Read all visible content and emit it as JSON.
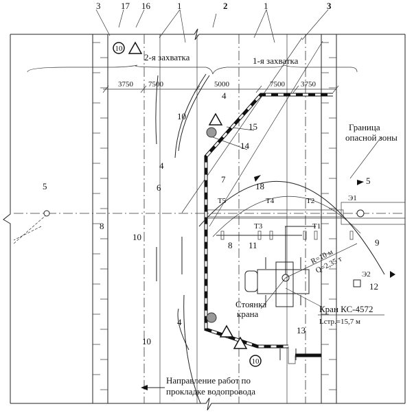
{
  "callouts": {
    "c3a": "3",
    "c17": "17",
    "c16": "16",
    "c1a": "1",
    "c2": "2",
    "c1b": "1",
    "c3b": "3",
    "c4a": "4",
    "c15": "15",
    "c14": "14",
    "c10a": "10",
    "c5a": "5",
    "c7": "7",
    "c18": "18",
    "c5b": "5",
    "c6": "6",
    "c4b": "4",
    "c8a": "8",
    "c8b": "8",
    "c11": "11",
    "c9": "9",
    "c10b": "10",
    "c12": "12",
    "c4c": "4",
    "c10c": "10",
    "c13": "13"
  },
  "zones": {
    "second": "2-я захватка",
    "first": "1-я захватка"
  },
  "dimensions": [
    "3750",
    "7500",
    "5000",
    "7500",
    "3750"
  ],
  "danger_zone": {
    "line1": "Граница",
    "line2": "опасной зоны"
  },
  "points": {
    "t1": "T1",
    "t2": "T2",
    "t3": "T3",
    "t4": "T4",
    "t5": "T5",
    "e1": "Э1",
    "e2": "Э2"
  },
  "crane": {
    "radius": "R=10 м",
    "load": "Q=2,35 т",
    "parking_line1": "Стоянка",
    "parking_line2": "крана",
    "model": "Кран КС-4572",
    "boom": "Lстр.=15,7 м"
  },
  "speed_sign": "10",
  "direction": {
    "line1": "Направление работ по",
    "line2": "прокладке водопровода"
  }
}
